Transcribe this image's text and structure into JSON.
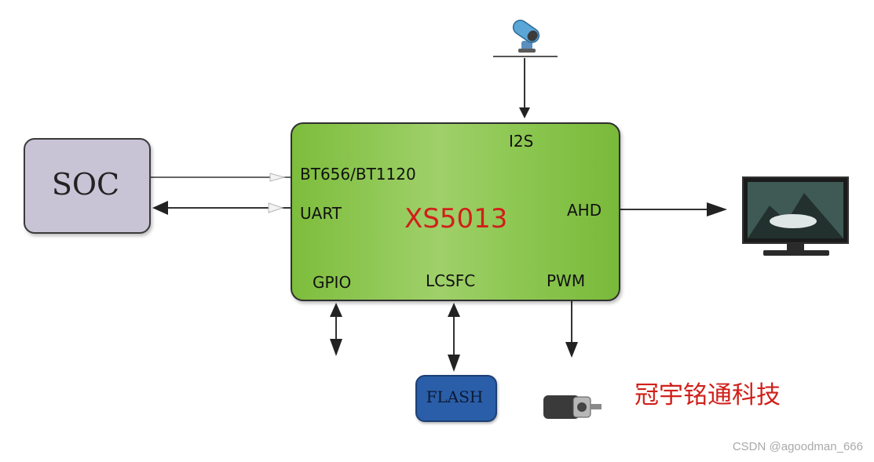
{
  "soc": {
    "label": "SOC"
  },
  "chip": {
    "name": "XS5013",
    "pins": {
      "i2s": "I2S",
      "bt656": "BT656/BT1120",
      "uart": "UART",
      "ahd": "AHD",
      "gpio": "GPIO",
      "lcsfc": "LCSFC",
      "pwm": "PWM"
    }
  },
  "flash": {
    "label": "FLASH"
  },
  "company": "冠宇铭通科技",
  "watermark": "CSDN @agoodman_666",
  "icons": [
    "microphone-icon",
    "monitor-icon",
    "motor-icon"
  ],
  "colors": {
    "chip_green": "#8cc751",
    "soc_gray": "#c9c3d6",
    "flash_blue": "#2a5ea8",
    "accent_red": "#d0201a"
  }
}
